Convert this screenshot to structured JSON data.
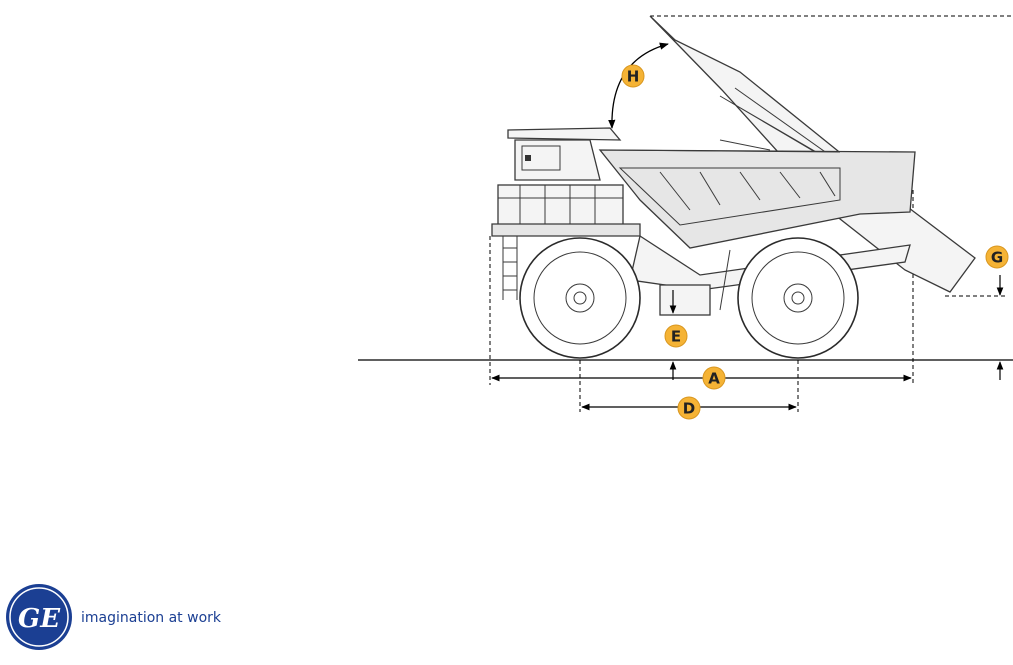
{
  "dimension_labels": {
    "a": "A",
    "d": "D",
    "e": "E",
    "g": "G",
    "h": "H"
  },
  "brand": {
    "logo_text": "GE",
    "tagline": "imagination at work"
  },
  "colors": {
    "badge": "#f5b335",
    "brand_blue": "#1b3f93"
  }
}
